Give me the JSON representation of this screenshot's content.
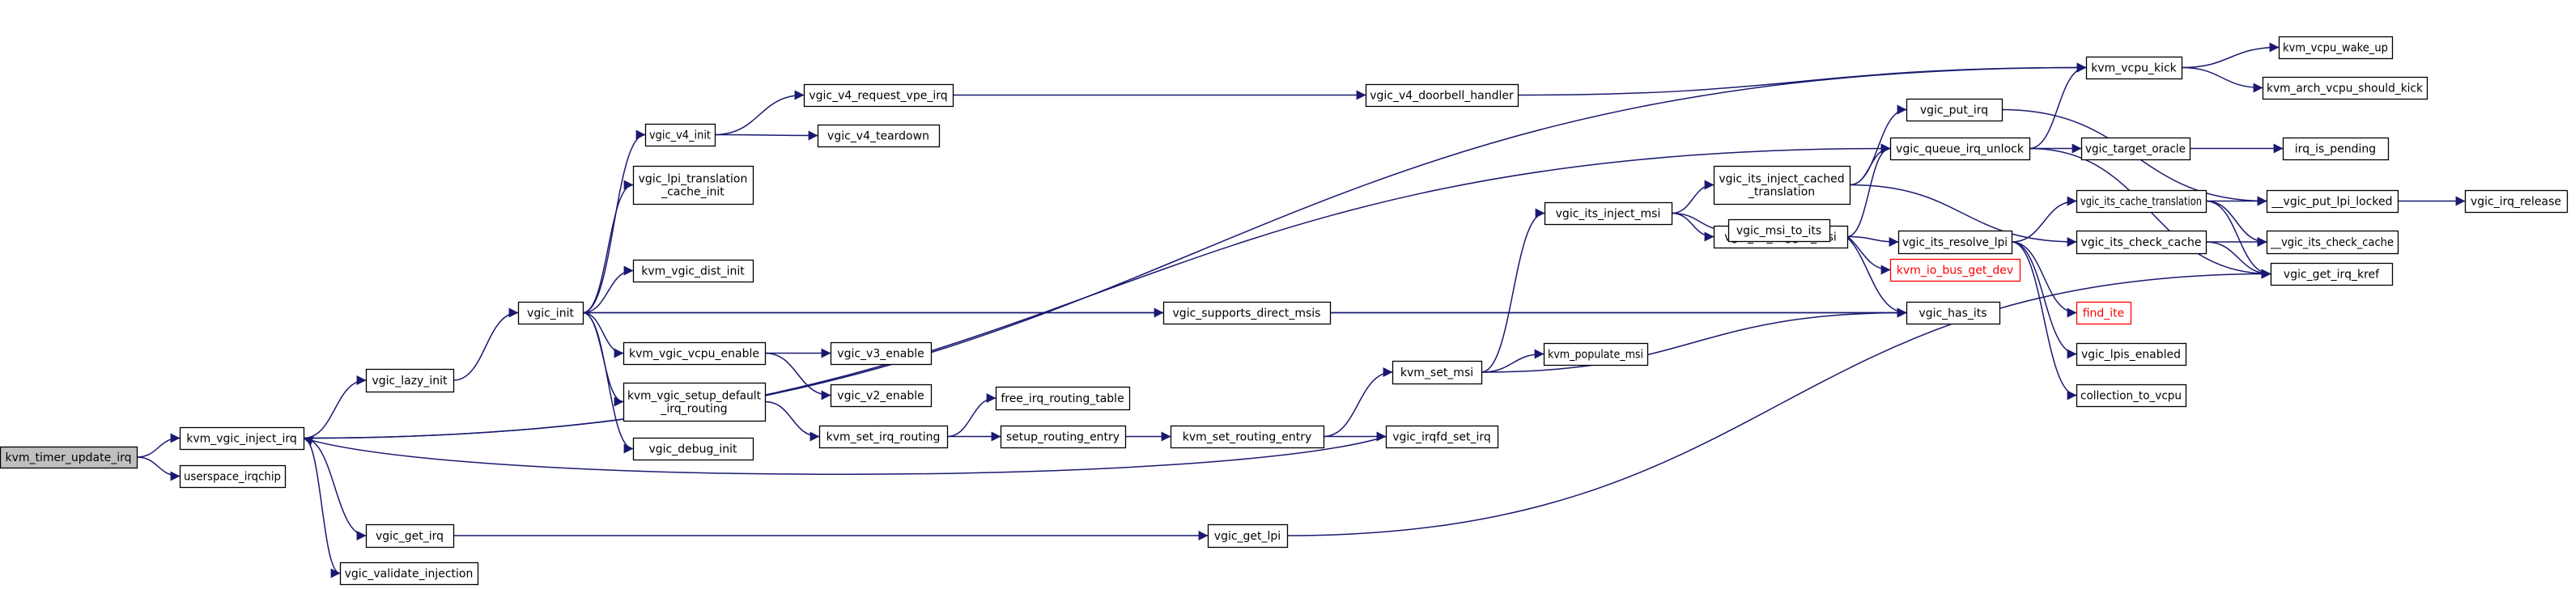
{
  "graph": {
    "nodes": [
      {
        "id": "kvm_timer_update_irq",
        "lines": [
          "kvm_timer_update_irq"
        ],
        "root": true
      },
      {
        "id": "kvm_vgic_inject_irq",
        "lines": [
          "kvm_vgic_inject_irq"
        ]
      },
      {
        "id": "userspace_irqchip",
        "lines": [
          "userspace_irqchip"
        ]
      },
      {
        "id": "vgic_lazy_init",
        "lines": [
          "vgic_lazy_init"
        ]
      },
      {
        "id": "vgic_get_irq",
        "lines": [
          "vgic_get_irq"
        ]
      },
      {
        "id": "vgic_validate_injection",
        "lines": [
          "vgic_validate_injection"
        ]
      },
      {
        "id": "vgic_init",
        "lines": [
          "vgic_init"
        ]
      },
      {
        "id": "vgic_v4_init",
        "lines": [
          "vgic_v4_init"
        ]
      },
      {
        "id": "vgic_lpi_translation_cache_init",
        "lines": [
          "vgic_lpi_translation",
          "_cache_init"
        ]
      },
      {
        "id": "kvm_vgic_dist_init",
        "lines": [
          "kvm_vgic_dist_init"
        ]
      },
      {
        "id": "kvm_vgic_vcpu_enable",
        "lines": [
          "kvm_vgic_vcpu_enable"
        ]
      },
      {
        "id": "kvm_vgic_setup_default_irq_routing",
        "lines": [
          "kvm_vgic_setup_default",
          "_irq_routing"
        ]
      },
      {
        "id": "vgic_debug_init",
        "lines": [
          "vgic_debug_init"
        ]
      },
      {
        "id": "vgic_v4_request_vpe_irq",
        "lines": [
          "vgic_v4_request_vpe_irq"
        ]
      },
      {
        "id": "vgic_v4_teardown",
        "lines": [
          "vgic_v4_teardown"
        ]
      },
      {
        "id": "vgic_v3_enable",
        "lines": [
          "vgic_v3_enable"
        ]
      },
      {
        "id": "vgic_v2_enable",
        "lines": [
          "vgic_v2_enable"
        ]
      },
      {
        "id": "kvm_set_irq_routing",
        "lines": [
          "kvm_set_irq_routing"
        ]
      },
      {
        "id": "free_irq_routing_table",
        "lines": [
          "free_irq_routing_table"
        ]
      },
      {
        "id": "setup_routing_entry",
        "lines": [
          "setup_routing_entry"
        ]
      },
      {
        "id": "kvm_set_routing_entry",
        "lines": [
          "kvm_set_routing_entry"
        ]
      },
      {
        "id": "vgic_v4_doorbell_handler",
        "lines": [
          "vgic_v4_doorbell_handler"
        ]
      },
      {
        "id": "vgic_supports_direct_msis",
        "lines": [
          "vgic_supports_direct_msis"
        ]
      },
      {
        "id": "kvm_set_msi",
        "lines": [
          "kvm_set_msi"
        ]
      },
      {
        "id": "vgic_get_lpi",
        "lines": [
          "vgic_get_lpi"
        ]
      },
      {
        "id": "kvm_populate_msi",
        "lines": [
          "kvm_populate_msi"
        ]
      },
      {
        "id": "vgic_irqfd_set_irq",
        "lines": [
          "vgic_irqfd_set_irq"
        ]
      },
      {
        "id": "vgic_its_inject_msi",
        "lines": [
          "vgic_its_inject_msi"
        ]
      },
      {
        "id": "vgic_its_inject_cached_translation",
        "lines": [
          "vgic_its_inject_cached",
          "_translation"
        ]
      },
      {
        "id": "vgic_its_trigger_msi",
        "lines": [
          "vgic_its_trigger_msi"
        ]
      },
      {
        "id": "vgic_msi_to_its",
        "lines": [
          "vgic_msi_to_its"
        ]
      },
      {
        "id": "vgic_has_its",
        "lines": [
          "vgic_has_its"
        ]
      },
      {
        "id": "vgic_put_irq",
        "lines": [
          "vgic_put_irq"
        ]
      },
      {
        "id": "vgic_queue_irq_unlock",
        "lines": [
          "vgic_queue_irq_unlock"
        ]
      },
      {
        "id": "vgic_its_resolve_lpi",
        "lines": [
          "vgic_its_resolve_lpi"
        ]
      },
      {
        "id": "kvm_io_bus_get_dev",
        "lines": [
          "kvm_io_bus_get_dev"
        ],
        "red": true
      },
      {
        "id": "kvm_vcpu_kick",
        "lines": [
          "kvm_vcpu_kick"
        ]
      },
      {
        "id": "vgic_target_oracle",
        "lines": [
          "vgic_target_oracle"
        ]
      },
      {
        "id": "vgic_its_cache_translation",
        "lines": [
          "vgic_its_cache_translation"
        ]
      },
      {
        "id": "vgic_its_check_cache",
        "lines": [
          "vgic_its_check_cache"
        ]
      },
      {
        "id": "find_ite",
        "lines": [
          "find_ite"
        ],
        "red": true
      },
      {
        "id": "vgic_lpis_enabled",
        "lines": [
          "vgic_lpis_enabled"
        ]
      },
      {
        "id": "collection_to_vcpu",
        "lines": [
          "collection_to_vcpu"
        ]
      },
      {
        "id": "kvm_vcpu_wake_up",
        "lines": [
          "kvm_vcpu_wake_up"
        ]
      },
      {
        "id": "kvm_arch_vcpu_should_kick",
        "lines": [
          "kvm_arch_vcpu_should_kick"
        ]
      },
      {
        "id": "irq_is_pending",
        "lines": [
          "irq_is_pending"
        ]
      },
      {
        "id": "__vgic_put_lpi_locked",
        "lines": [
          "__vgic_put_lpi_locked"
        ]
      },
      {
        "id": "__vgic_its_check_cache",
        "lines": [
          "__vgic_its_check_cache"
        ]
      },
      {
        "id": "vgic_get_irq_kref",
        "lines": [
          "vgic_get_irq_kref"
        ]
      },
      {
        "id": "vgic_irq_release",
        "lines": [
          "vgic_irq_release"
        ]
      }
    ],
    "edges": [
      [
        "kvm_timer_update_irq",
        "kvm_vgic_inject_irq"
      ],
      [
        "kvm_timer_update_irq",
        "userspace_irqchip"
      ],
      [
        "kvm_vgic_inject_irq",
        "vgic_lazy_init"
      ],
      [
        "kvm_vgic_inject_irq",
        "vgic_get_irq"
      ],
      [
        "kvm_vgic_inject_irq",
        "vgic_validate_injection"
      ],
      [
        "kvm_vgic_inject_irq",
        "vgic_queue_irq_unlock"
      ],
      [
        "kvm_vgic_inject_irq",
        "kvm_vcpu_kick"
      ],
      [
        "vgic_lazy_init",
        "vgic_init"
      ],
      [
        "vgic_init",
        "vgic_v4_init"
      ],
      [
        "vgic_init",
        "vgic_lpi_translation_cache_init"
      ],
      [
        "vgic_init",
        "kvm_vgic_dist_init"
      ],
      [
        "vgic_init",
        "kvm_vgic_vcpu_enable"
      ],
      [
        "vgic_init",
        "kvm_vgic_setup_default_irq_routing"
      ],
      [
        "vgic_init",
        "vgic_debug_init"
      ],
      [
        "vgic_init",
        "vgic_supports_direct_msis"
      ],
      [
        "vgic_init",
        "vgic_has_its"
      ],
      [
        "vgic_v4_init",
        "vgic_v4_request_vpe_irq"
      ],
      [
        "vgic_v4_init",
        "vgic_v4_teardown"
      ],
      [
        "vgic_v4_request_vpe_irq",
        "vgic_v4_doorbell_handler"
      ],
      [
        "vgic_v4_doorbell_handler",
        "kvm_vcpu_kick"
      ],
      [
        "kvm_vgic_vcpu_enable",
        "vgic_v3_enable"
      ],
      [
        "kvm_vgic_vcpu_enable",
        "vgic_v2_enable"
      ],
      [
        "kvm_vgic_setup_default_irq_routing",
        "kvm_set_irq_routing"
      ],
      [
        "kvm_set_irq_routing",
        "free_irq_routing_table"
      ],
      [
        "kvm_set_irq_routing",
        "setup_routing_entry"
      ],
      [
        "setup_routing_entry",
        "kvm_set_routing_entry"
      ],
      [
        "kvm_set_routing_entry",
        "kvm_set_msi"
      ],
      [
        "kvm_set_routing_entry",
        "vgic_irqfd_set_irq"
      ],
      [
        "vgic_irqfd_set_irq",
        "kvm_vgic_inject_irq"
      ],
      [
        "vgic_supports_direct_msis",
        "vgic_has_its"
      ],
      [
        "kvm_set_msi",
        "vgic_its_inject_msi"
      ],
      [
        "kvm_set_msi",
        "kvm_populate_msi"
      ],
      [
        "kvm_set_msi",
        "vgic_has_its"
      ],
      [
        "vgic_get_irq",
        "vgic_get_lpi"
      ],
      [
        "vgic_get_lpi",
        "vgic_get_irq_kref"
      ],
      [
        "vgic_its_inject_msi",
        "vgic_its_inject_cached_translation"
      ],
      [
        "vgic_its_inject_msi",
        "vgic_its_trigger_msi"
      ],
      [
        "vgic_its_inject_msi",
        "vgic_msi_to_its"
      ],
      [
        "vgic_its_inject_cached_translation",
        "vgic_put_irq"
      ],
      [
        "vgic_its_inject_cached_translation",
        "vgic_queue_irq_unlock"
      ],
      [
        "vgic_its_inject_cached_translation",
        "vgic_its_check_cache"
      ],
      [
        "vgic_its_trigger_msi",
        "vgic_queue_irq_unlock"
      ],
      [
        "vgic_its_trigger_msi",
        "vgic_its_resolve_lpi"
      ],
      [
        "vgic_msi_to_its",
        "kvm_io_bus_get_dev"
      ],
      [
        "vgic_msi_to_its",
        "vgic_has_its"
      ],
      [
        "vgic_put_irq",
        "__vgic_put_lpi_locked"
      ],
      [
        "vgic_queue_irq_unlock",
        "kvm_vcpu_kick"
      ],
      [
        "vgic_queue_irq_unlock",
        "vgic_target_oracle"
      ],
      [
        "vgic_queue_irq_unlock",
        "vgic_get_irq_kref"
      ],
      [
        "vgic_its_resolve_lpi",
        "vgic_its_cache_translation"
      ],
      [
        "vgic_its_resolve_lpi",
        "find_ite"
      ],
      [
        "vgic_its_resolve_lpi",
        "vgic_lpis_enabled"
      ],
      [
        "vgic_its_resolve_lpi",
        "collection_to_vcpu"
      ],
      [
        "vgic_its_check_cache",
        "__vgic_its_check_cache"
      ],
      [
        "vgic_its_check_cache",
        "vgic_get_irq_kref"
      ],
      [
        "kvm_vcpu_kick",
        "kvm_vcpu_wake_up"
      ],
      [
        "kvm_vcpu_kick",
        "kvm_arch_vcpu_should_kick"
      ],
      [
        "vgic_target_oracle",
        "irq_is_pending"
      ],
      [
        "vgic_its_cache_translation",
        "__vgic_put_lpi_locked"
      ],
      [
        "vgic_its_cache_translation",
        "__vgic_its_check_cache"
      ],
      [
        "vgic_its_cache_translation",
        "vgic_get_irq_kref"
      ],
      [
        "__vgic_put_lpi_locked",
        "vgic_irq_release"
      ]
    ]
  },
  "colors": {
    "edge": "#191970",
    "node_border": "#000000",
    "root_fill": "#bfbfbf",
    "red_border": "#ff0000"
  }
}
